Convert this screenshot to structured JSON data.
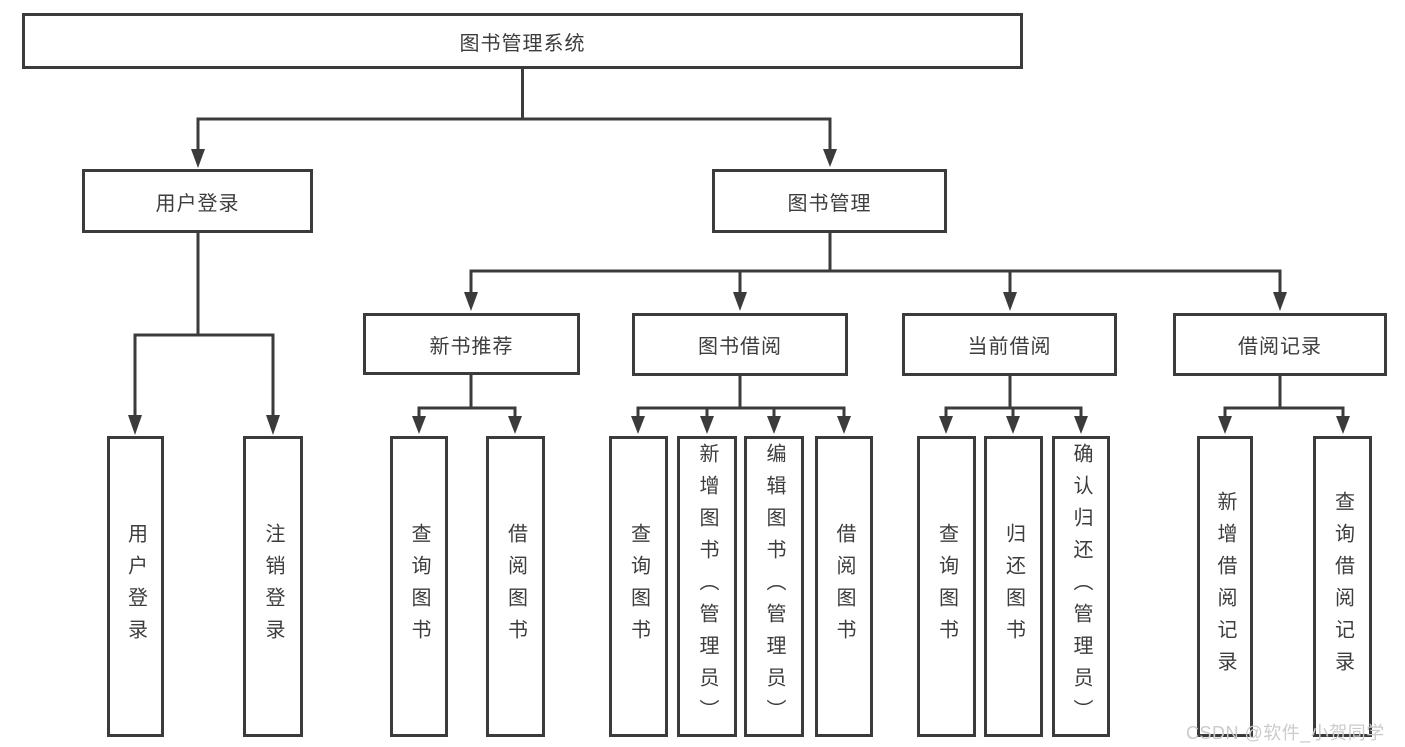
{
  "diagram": {
    "root": {
      "label": "图书管理系统"
    },
    "user_branch": {
      "label": "用户登录",
      "children": [
        {
          "label": "用户登录"
        },
        {
          "label": "注销登录"
        }
      ]
    },
    "mgmt_branch": {
      "label": "图书管理",
      "children": [
        {
          "label": "新书推荐",
          "children": [
            {
              "label": "查询图书"
            },
            {
              "label": "借阅图书"
            }
          ]
        },
        {
          "label": "图书借阅",
          "children": [
            {
              "label": "查询图书"
            },
            {
              "label": "新增图书（管理员）"
            },
            {
              "label": "编辑图书（管理员）"
            },
            {
              "label": "借阅图书"
            }
          ]
        },
        {
          "label": "当前借阅",
          "children": [
            {
              "label": "查询图书"
            },
            {
              "label": "归还图书"
            },
            {
              "label": "确认归还（管理员）"
            }
          ]
        },
        {
          "label": "借阅记录",
          "children": [
            {
              "label": "新增借阅记录"
            },
            {
              "label": "查询借阅记录"
            }
          ]
        }
      ]
    },
    "watermark": "CSDN @软件_小贺同学",
    "colors": {
      "line": "#3b3b3b",
      "text": "#3d3d3d",
      "watermark": "#cbcbcb",
      "background": "#ffffff"
    }
  }
}
